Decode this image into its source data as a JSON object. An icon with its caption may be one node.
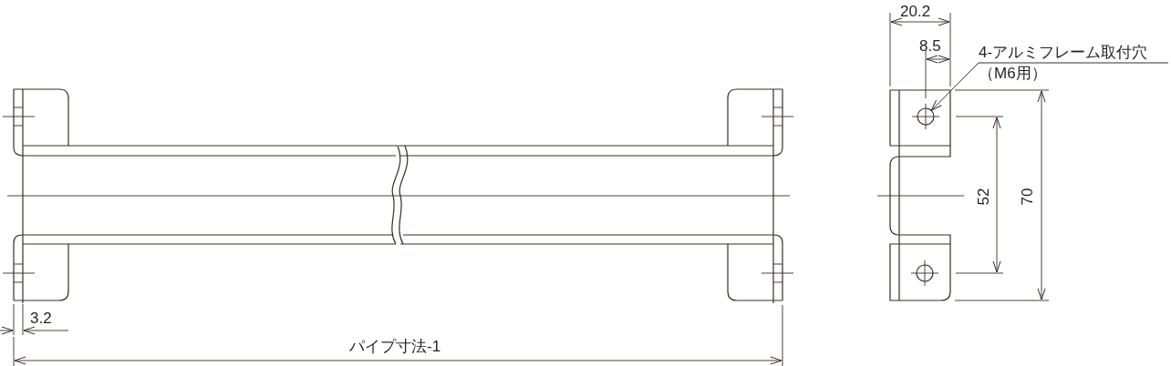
{
  "diagram": {
    "nodes": [
      {
        "text": [
          "4-アルミフレーム取付穴（M6用）"
        ]
      },
      {
        "text": [],
        "shape": "circle"
      }
    ],
    "edges": [
      {
        "from": 0,
        "to": 1,
        "arrow": "to"
      }
    ],
    "labels": [
      "20.2",
      "8.5",
      "52",
      "70",
      "3.2",
      "パイプ寸法-1"
    ]
  }
}
